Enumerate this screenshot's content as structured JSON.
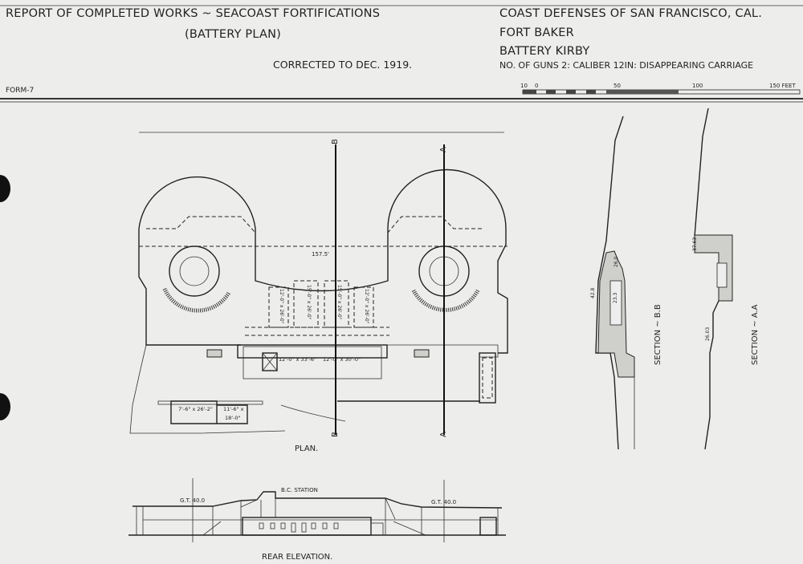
{
  "header": {
    "title": "REPORT OF COMPLETED WORKS ~ SEACOAST FORTIFICATIONS",
    "subtitle": "(BATTERY PLAN)",
    "corrected": "CORRECTED TO DEC. 1919.",
    "form": "FORM-7",
    "district": "COAST DEFENSES OF SAN FRANCISCO, CAL.",
    "fort": "FORT BAKER",
    "battery": "BATTERY KIRBY",
    "armament": "NO. OF GUNS 2: CALIBER 12IN: DISAPPEARING CARRIAGE"
  },
  "scale": {
    "labels": [
      "10",
      "0",
      "50",
      "100",
      "150 FEET"
    ]
  },
  "plan": {
    "title": "PLAN.",
    "section_marks": [
      "B",
      "B",
      "A",
      "A"
    ],
    "length_dim": "157.5'",
    "rooms": [
      "12'-0\" x 33'-6\"",
      "12'-0\" x 30'-0\"",
      "7'-6\" x 26'-2\"",
      "11'-6\" x",
      "18'-0\""
    ],
    "magazines": [
      "12'-0\" x 26'-0\"",
      "15'-0\" x 26'-0\"",
      "15'-0\" x 26'-0\"",
      "12'-0\" x 26'-0\""
    ]
  },
  "sections": {
    "bb": {
      "title": "SECTION ~ B.B",
      "elevations": [
        "42.8",
        "26.0",
        "23.3"
      ]
    },
    "aa": {
      "title": "SECTION ~ A.A",
      "elevations": [
        "37.63",
        "26.03"
      ]
    }
  },
  "elevation": {
    "title": "REAR ELEVATION.",
    "bc_station": "B.C. STATION",
    "gt_left": "G.T. 40.0",
    "gt_right": "G.T. 40.0"
  }
}
